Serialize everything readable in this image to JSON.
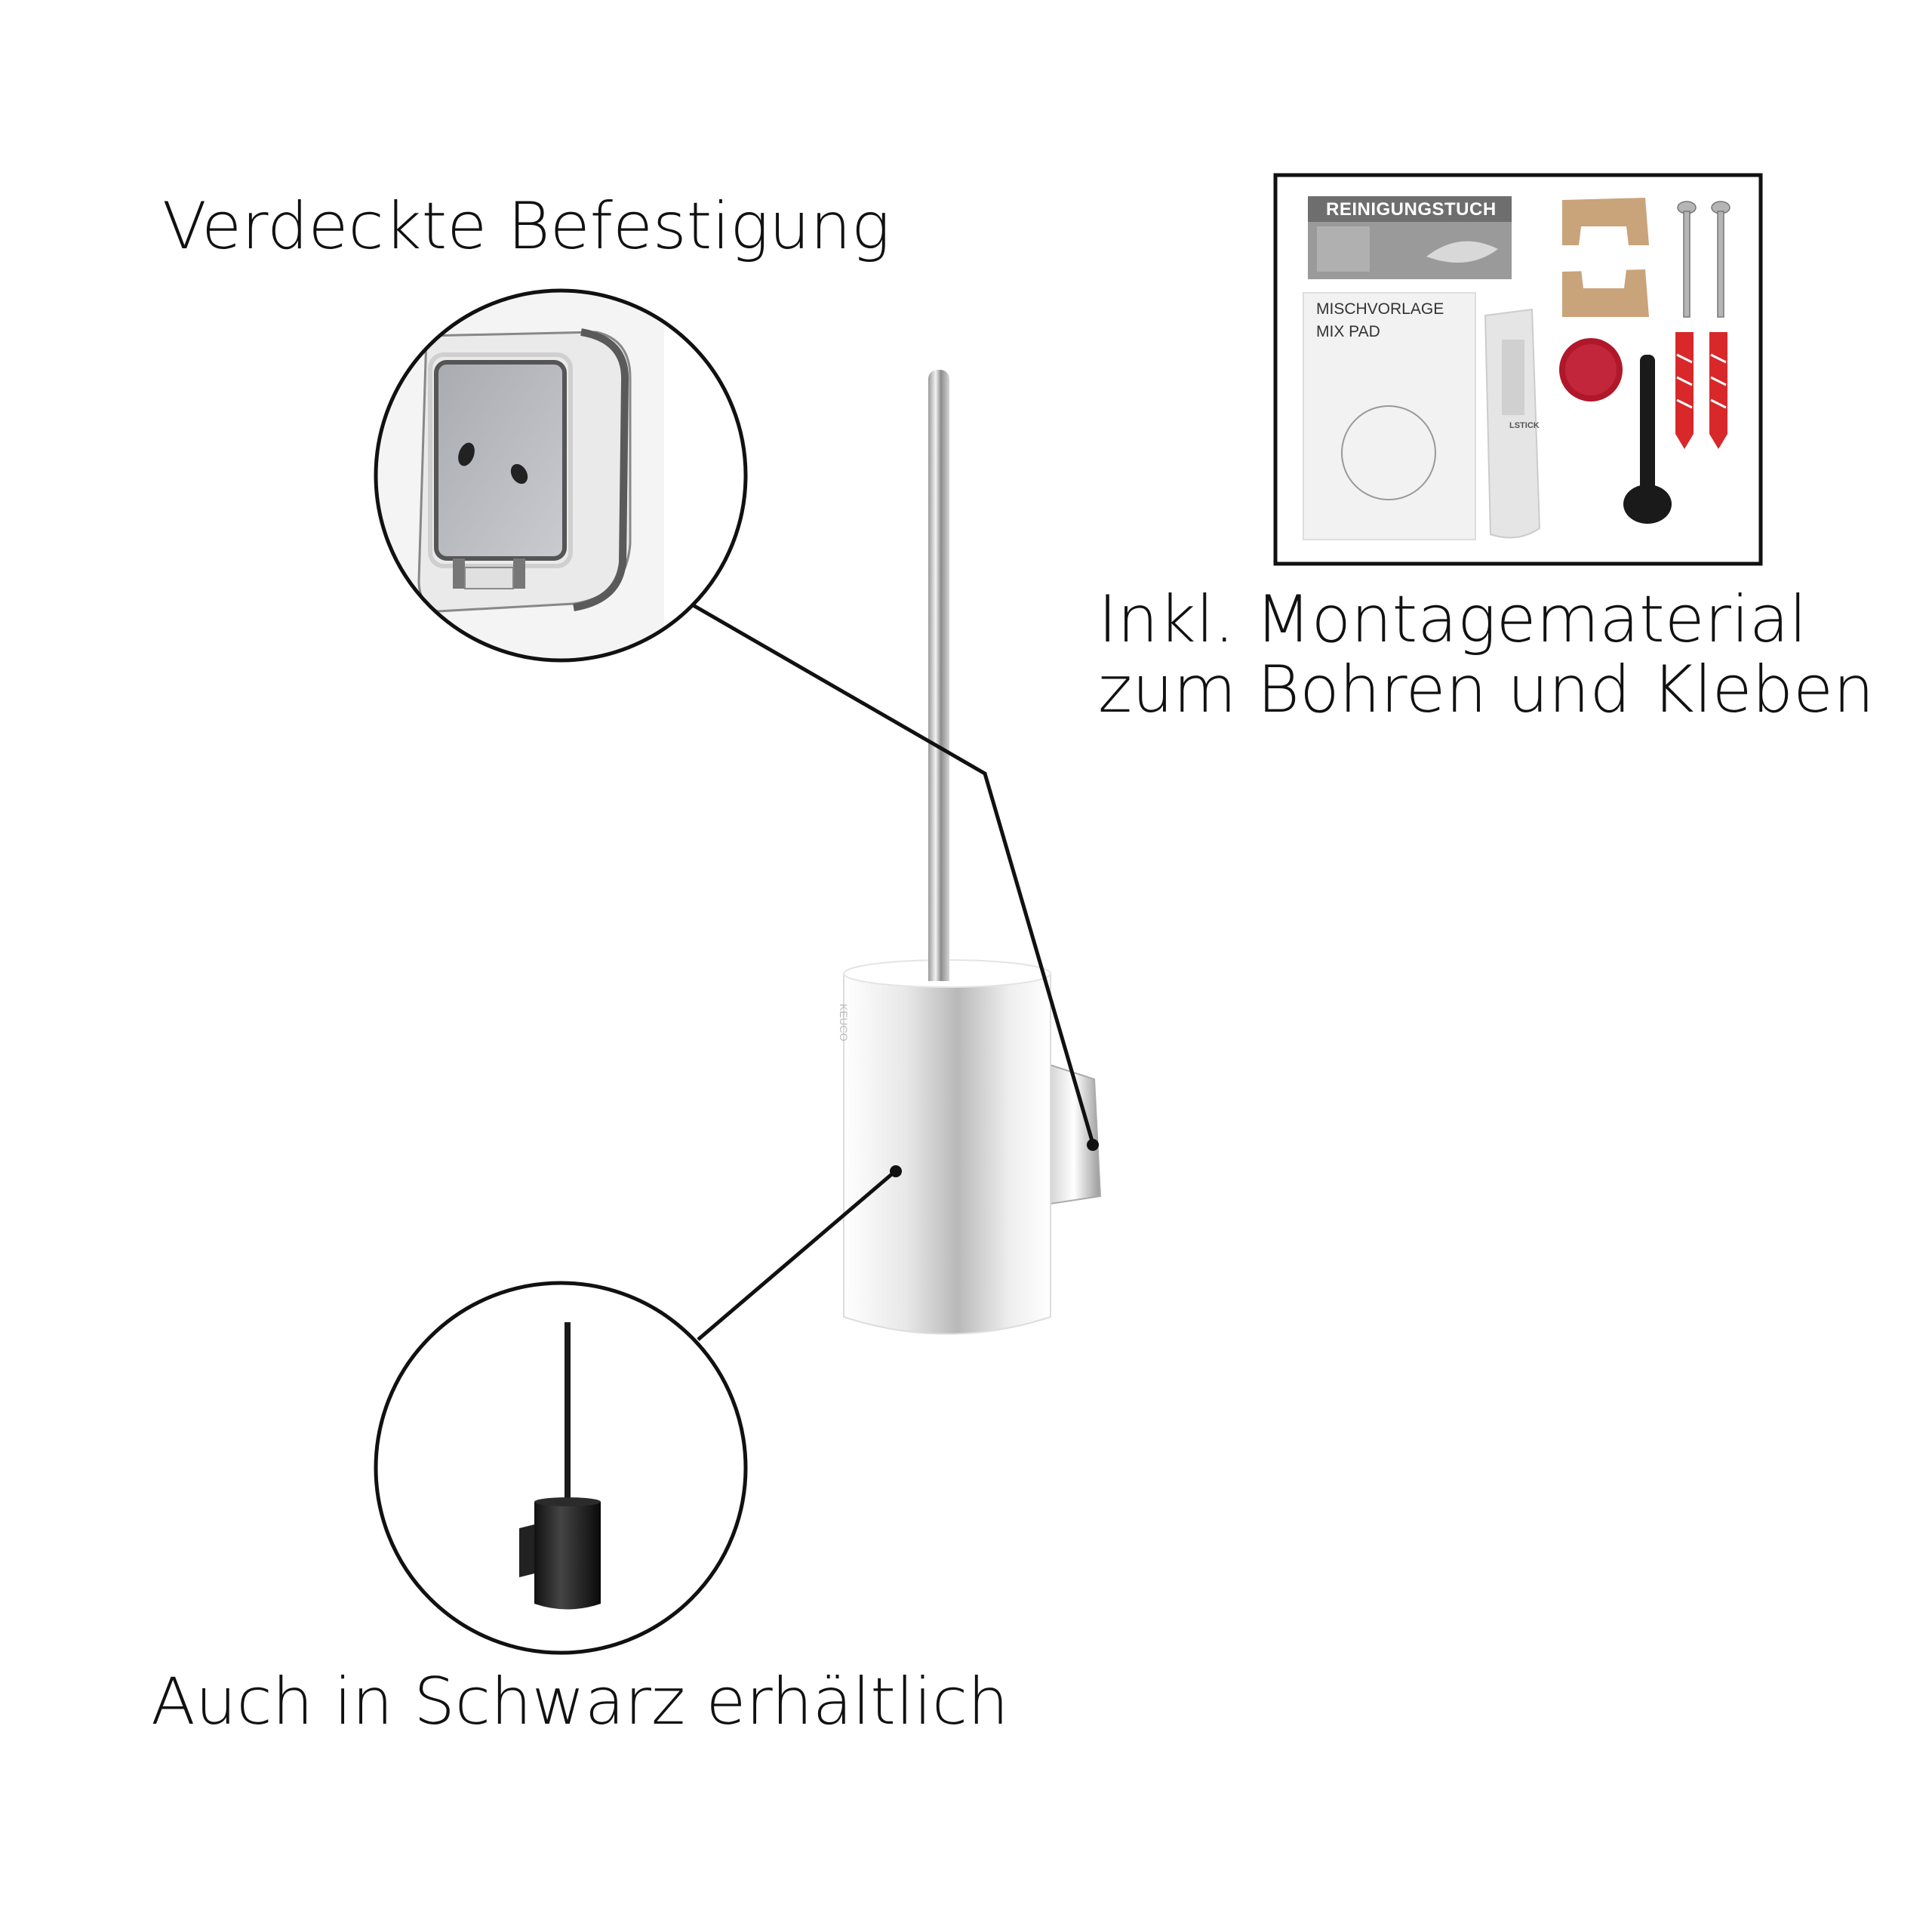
{
  "labels": {
    "hidden_mount": "Verdeckte Befestigung",
    "mounting_line1": "Inkl. Montagematerial",
    "mounting_line2": "zum Bohren und Kleben",
    "black": "Auch in Schwarz erhältlich"
  },
  "kit": {
    "cloth_label": "REINIGUNGSTUCH",
    "mix_label_1": "MISCHVORLAGE",
    "mix_label_2": "MIX PAD",
    "stick_label": "LSTICK"
  },
  "product": {
    "brand": "KEUCO"
  },
  "colors": {
    "line": "#111111",
    "chrome": "#c8c8c8",
    "plug_red": "#d8282a",
    "pad_red": "#b0182a",
    "cardboard": "#c9a37a"
  }
}
